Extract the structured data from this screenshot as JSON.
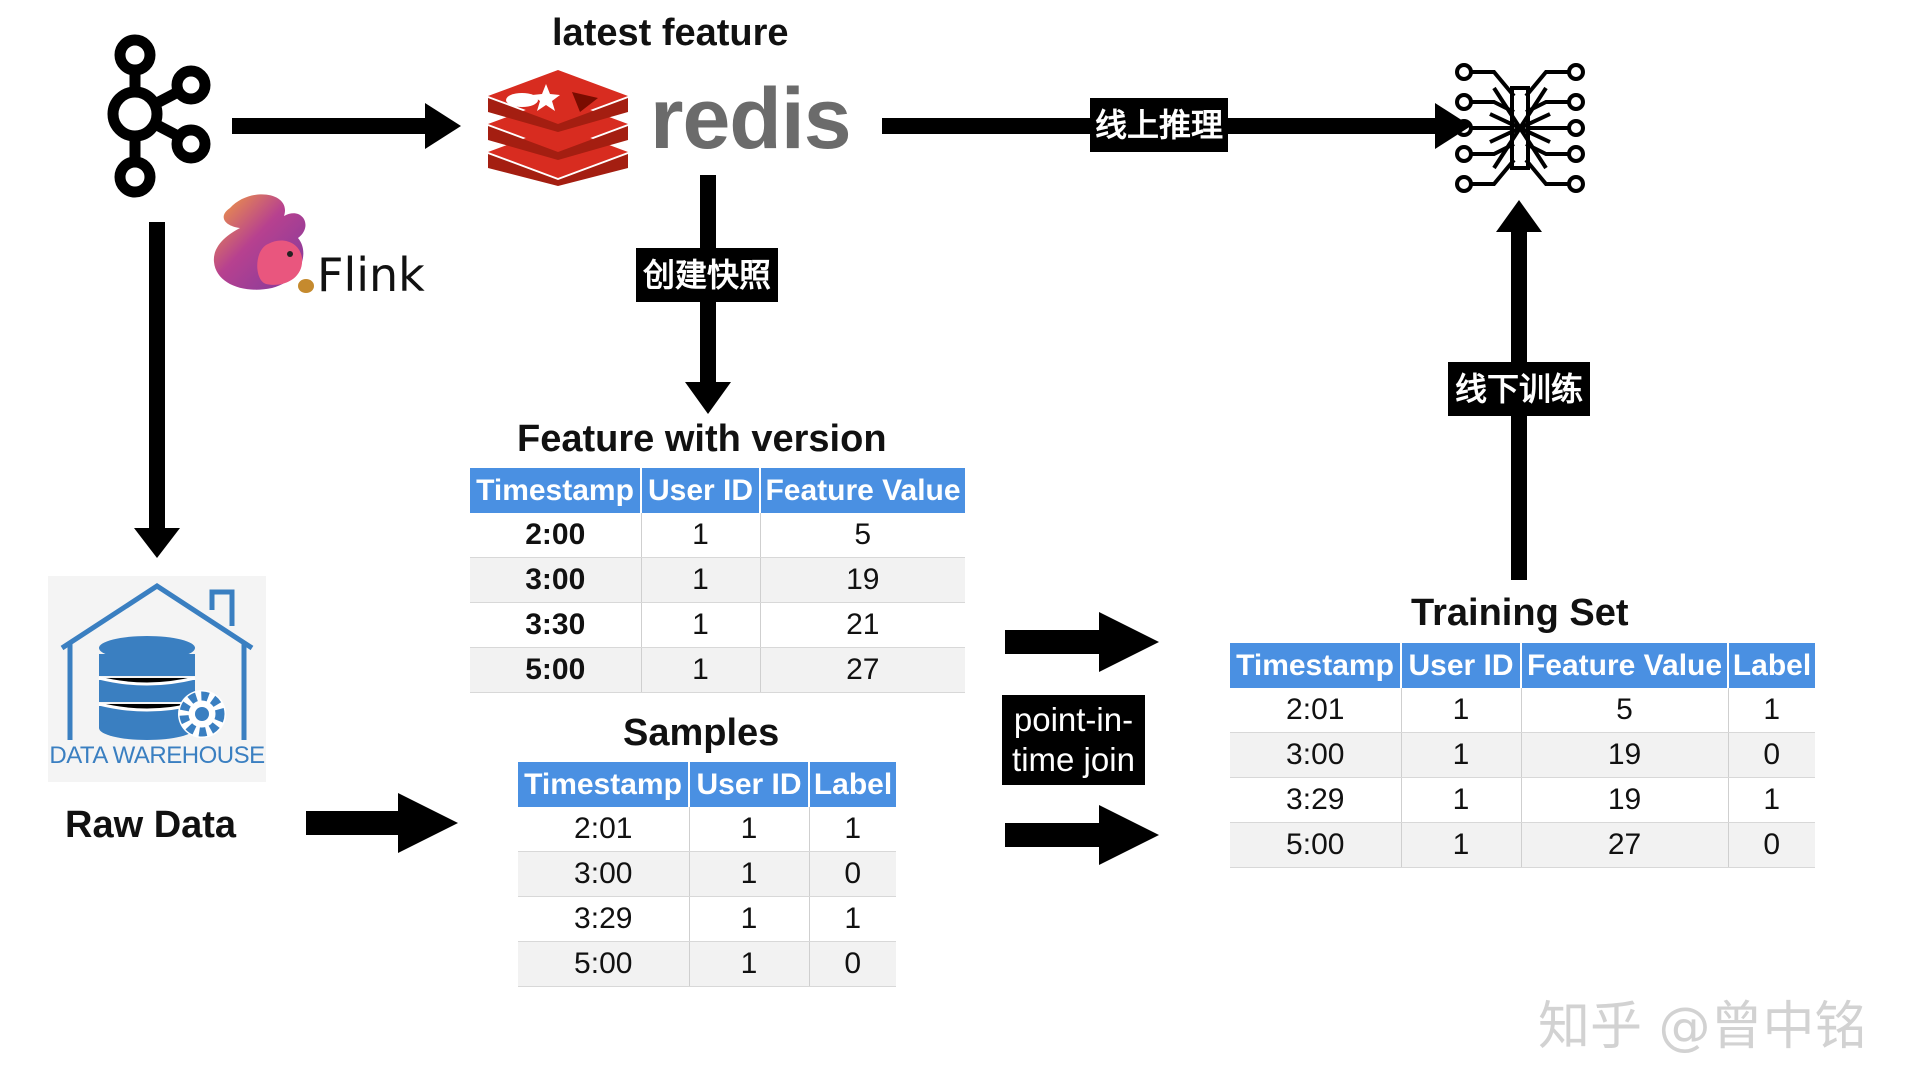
{
  "header": {
    "latest_feature_title": "latest feature"
  },
  "redis_logo": {
    "wordmark": "redis",
    "color": "#d82c20"
  },
  "kafka_icon": {
    "icon": "kafka-icon"
  },
  "flink_logo": {
    "wordmark": "Flink"
  },
  "ml_model": {
    "icon": "neural-network-icon"
  },
  "warehouse": {
    "label": "DATA WAREHOUSE",
    "caption": "Raw Data",
    "color": "#3a7fc1"
  },
  "labels": {
    "online_inference": "线上推理",
    "snapshot": "创建快照",
    "offline_training": "线下训练",
    "point_in_time_join": "point-in-\ntime join"
  },
  "feature_table": {
    "title": "Feature with version",
    "columns": [
      "Timestamp",
      "User ID",
      "Feature Value"
    ],
    "rows": [
      [
        "2:00",
        "1",
        "5"
      ],
      [
        "3:00",
        "1",
        "19"
      ],
      [
        "3:30",
        "1",
        "21"
      ],
      [
        "5:00",
        "1",
        "27"
      ]
    ]
  },
  "samples_table": {
    "title": "Samples",
    "columns": [
      "Timestamp",
      "User ID",
      "Label"
    ],
    "rows": [
      [
        "2:01",
        "1",
        "1"
      ],
      [
        "3:00",
        "1",
        "0"
      ],
      [
        "3:29",
        "1",
        "1"
      ],
      [
        "5:00",
        "1",
        "0"
      ]
    ]
  },
  "training_table": {
    "title": "Training Set",
    "columns": [
      "Timestamp",
      "User ID",
      "Feature Value",
      "Label"
    ],
    "rows": [
      [
        "2:01",
        "1",
        "5",
        "1"
      ],
      [
        "3:00",
        "1",
        "19",
        "0"
      ],
      [
        "3:29",
        "1",
        "19",
        "1"
      ],
      [
        "5:00",
        "1",
        "27",
        "0"
      ]
    ]
  },
  "watermark": {
    "text": "知乎 @曾中铭"
  },
  "colors": {
    "header_blue": "#4a90e2",
    "arrow": "#000000"
  }
}
